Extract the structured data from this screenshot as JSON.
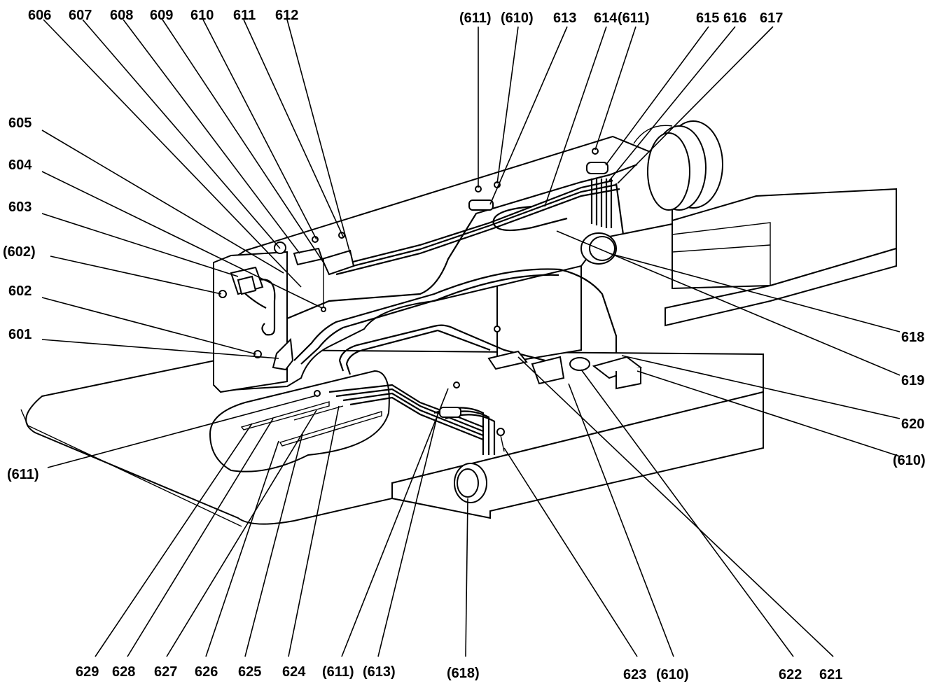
{
  "labels": {
    "l606": "606",
    "l607": "607",
    "l608": "608",
    "l609": "609",
    "l610": "610",
    "l611": "611",
    "l612": "612",
    "l611b": "(611)",
    "l610b": "(610)",
    "l613": "613",
    "l614": "614",
    "l611c": "(611)",
    "l615": "615",
    "l616": "616",
    "l617": "617",
    "l605": "605",
    "l604": "604",
    "l603": "603",
    "l602p": "(602)",
    "l602": "602",
    "l601": "601",
    "l618": "618",
    "l619": "619",
    "l620": "620",
    "l610r": "(610)",
    "l611l": "(611)",
    "l629": "629",
    "l628": "628",
    "l627": "627",
    "l626": "626",
    "l625": "625",
    "l624": "624",
    "l611d": "(611)",
    "l613b": "(613)",
    "l618b": "(618)",
    "l623": "623",
    "l610d": "(610)",
    "l622": "622",
    "l621": "621"
  }
}
